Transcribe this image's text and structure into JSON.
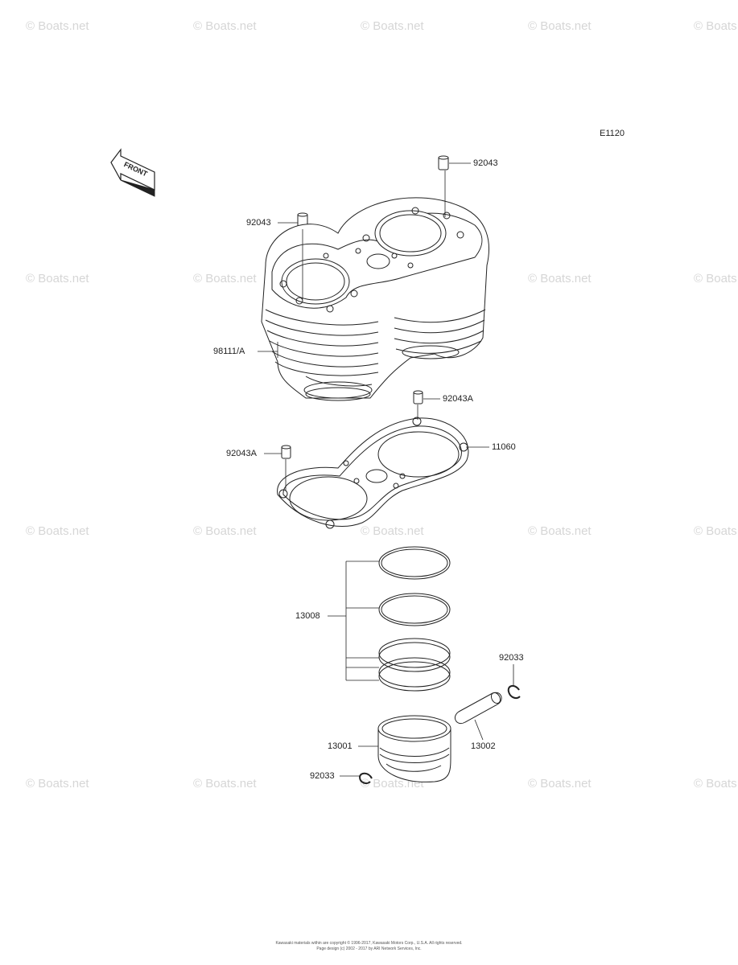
{
  "diagram": {
    "code": "E1120",
    "front_label": "FRONT",
    "watermark": "© Boats.net",
    "labels": {
      "dowel_top_right": "92043",
      "dowel_top_left": "92043",
      "cylinder": "98111/A",
      "dowel_gasket_right": "92043A",
      "dowel_gasket_left": "92043A",
      "gasket": "11060",
      "rings": "13008",
      "clip_right": "92033",
      "pin": "13002",
      "piston": "13001",
      "clip_left": "92033"
    },
    "footer_line1": "Kawasaki materials within are copyright © 1996-2017, Kawasaki Motors Corp., U.S.A. All rights reserved.",
    "footer_line2": "Page design (c) 2002 - 2017 by ARI Network Services, Inc."
  }
}
